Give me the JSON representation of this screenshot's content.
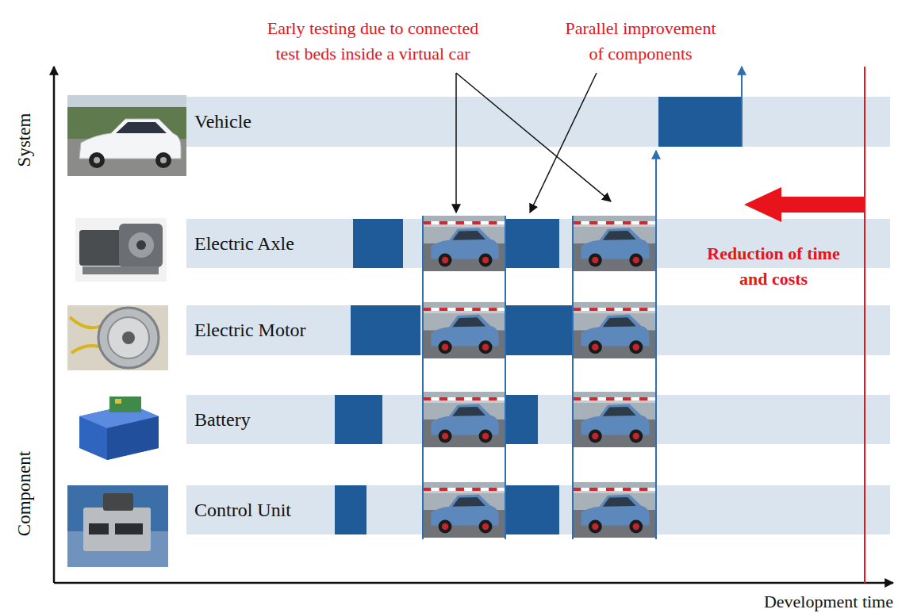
{
  "diagram": {
    "nodes": [
      {
        "text": [
          "Vehicle"
        ]
      },
      {
        "text": [
          "Electric Axle"
        ]
      },
      {
        "text": [
          "Electric Motor"
        ]
      },
      {
        "text": [
          "Battery"
        ]
      },
      {
        "text": [
          "Control Unit"
        ]
      }
    ],
    "labels": [
      "System",
      "Component",
      "Development time",
      "Early testing due to connected test beds inside a virtual car",
      "Parallel improvement of components",
      "Reduction of time and costs"
    ]
  }
}
